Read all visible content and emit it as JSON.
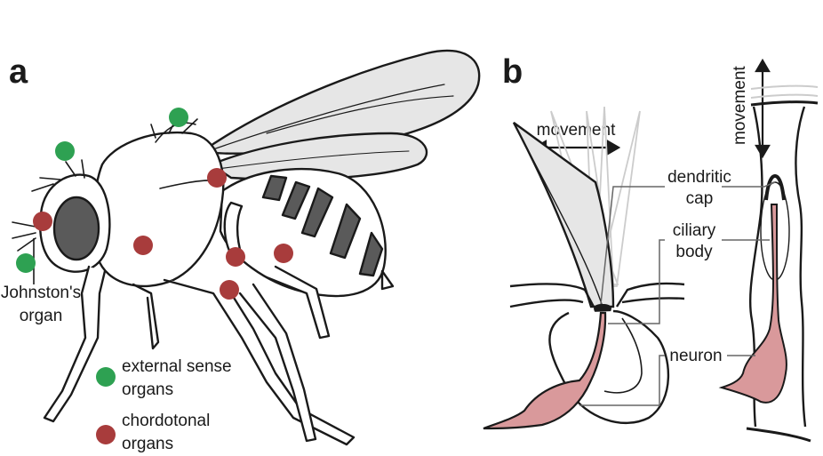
{
  "panel_a": {
    "letter": "a",
    "johnstons": [
      "Johnston's",
      "organ"
    ],
    "legend": [
      {
        "lines": [
          "external sense",
          "organs"
        ],
        "color": "#2ea152"
      },
      {
        "lines": [
          "chordotonal",
          "organs"
        ],
        "color": "#a83c3c"
      }
    ]
  },
  "panel_b": {
    "letter": "b",
    "movement_h": "movement",
    "movement_v": "movement",
    "dendritic_cap": [
      "dendritic",
      "cap"
    ],
    "ciliary_body": [
      "ciliary",
      "body"
    ],
    "neuron": "neuron"
  },
  "colors": {
    "green": "#2ea152",
    "red": "#a83c3c",
    "neuron_fill": "#d9999b",
    "outline": "#1a1a1a",
    "wing_fill": "#e6e6e6"
  }
}
